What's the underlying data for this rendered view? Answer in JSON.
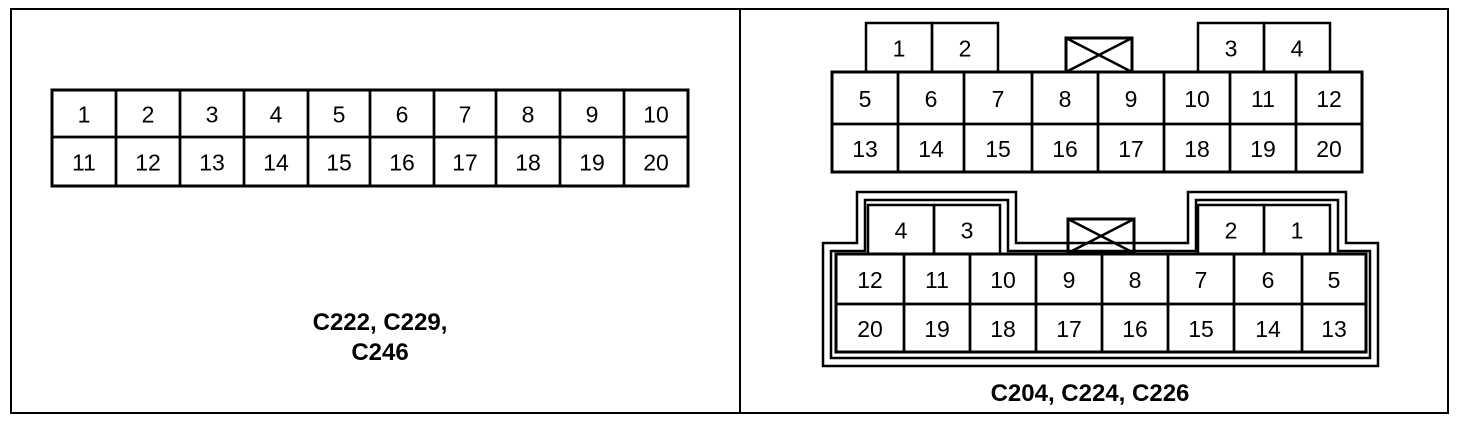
{
  "left_connector": {
    "row1": [
      "1",
      "2",
      "3",
      "4",
      "5",
      "6",
      "7",
      "8",
      "9",
      "10"
    ],
    "row2": [
      "11",
      "12",
      "13",
      "14",
      "15",
      "16",
      "17",
      "18",
      "19",
      "20"
    ],
    "caption_line1": "C222, C229,",
    "caption_line2": "C246"
  },
  "right_top_connector": {
    "tabs_left": [
      "1",
      "2"
    ],
    "tabs_right": [
      "3",
      "4"
    ],
    "row1": [
      "5",
      "6",
      "7",
      "8",
      "9",
      "10",
      "11",
      "12"
    ],
    "row2": [
      "13",
      "14",
      "15",
      "16",
      "17",
      "18",
      "19",
      "20"
    ]
  },
  "right_bottom_connector": {
    "tabs_left": [
      "4",
      "3"
    ],
    "tabs_right": [
      "2",
      "1"
    ],
    "row1": [
      "12",
      "11",
      "10",
      "9",
      "8",
      "7",
      "6",
      "5"
    ],
    "row2": [
      "20",
      "19",
      "18",
      "17",
      "16",
      "15",
      "14",
      "13"
    ],
    "caption": "C204, C224, C226"
  }
}
